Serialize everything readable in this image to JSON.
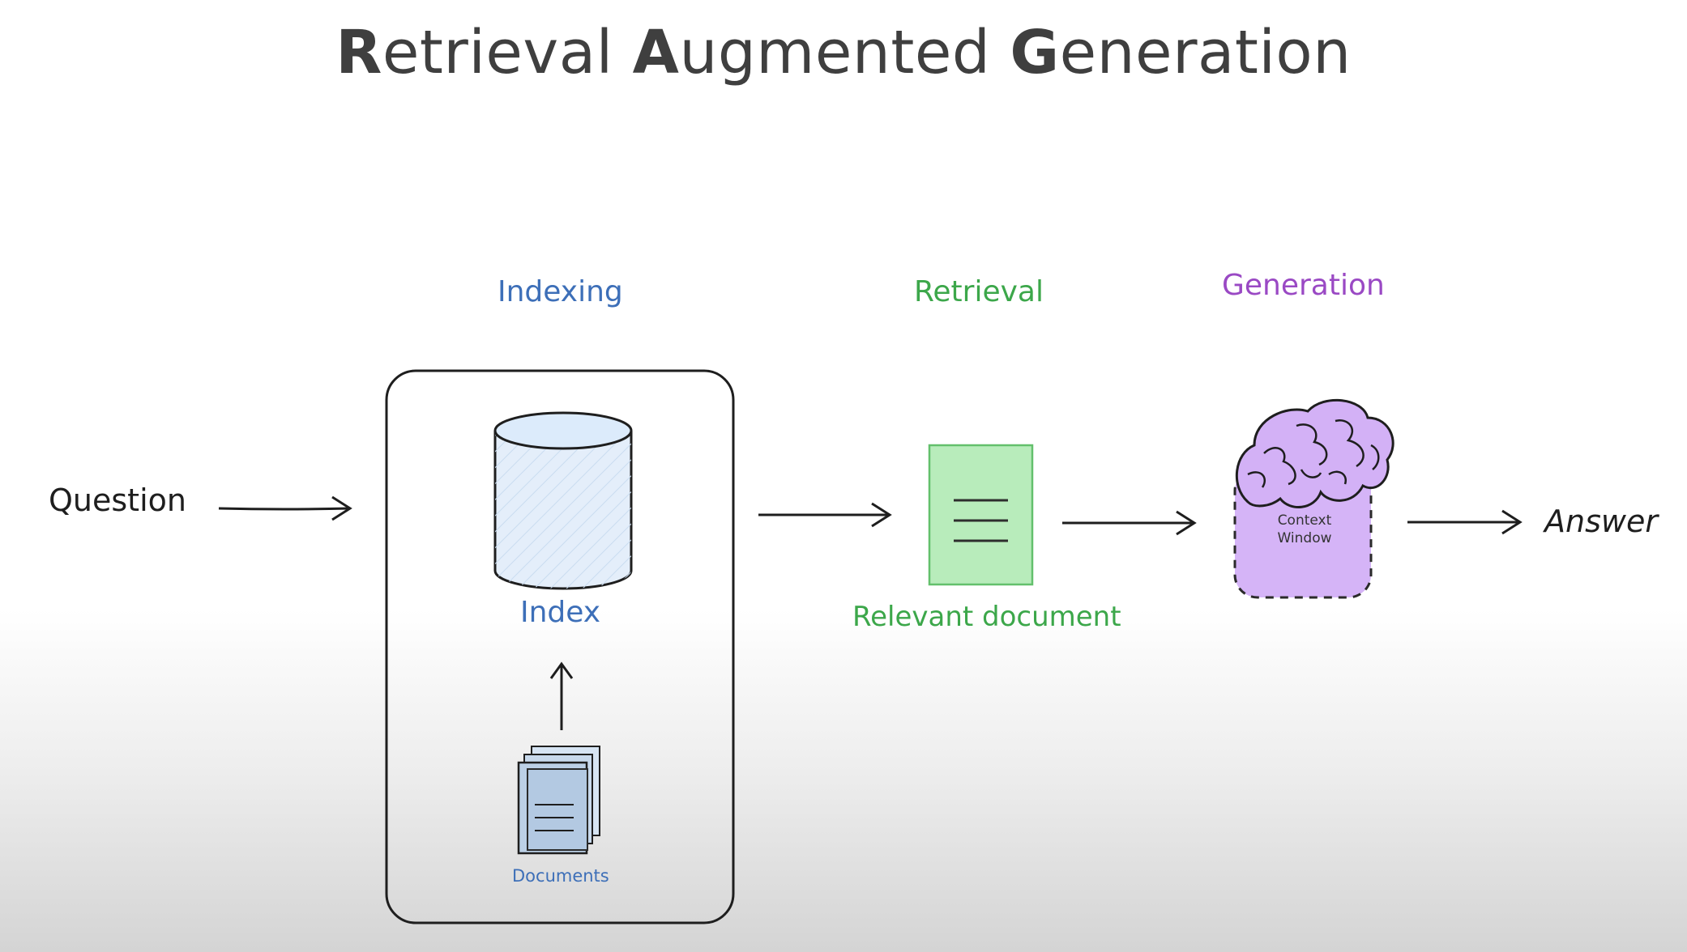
{
  "title": {
    "r": "R",
    "r_rest": "etrieval ",
    "a": "A",
    "a_rest": "ugmented ",
    "g": "G",
    "g_rest": "eneration"
  },
  "nodes": {
    "question": "Question",
    "answer": "Answer",
    "index": "Index",
    "documents": "Documents",
    "relevant_document": "Relevant document",
    "context_window": "Context Window"
  },
  "stages": {
    "indexing": "Indexing",
    "retrieval": "Retrieval",
    "generation": "Generation"
  },
  "colors": {
    "indexing": "#3d6fb8",
    "retrieval": "#3ca74a",
    "generation": "#9a49c4",
    "ink": "#1e1e1e"
  },
  "icons": [
    "database-icon",
    "documents-icon",
    "document-icon",
    "brain-icon"
  ]
}
